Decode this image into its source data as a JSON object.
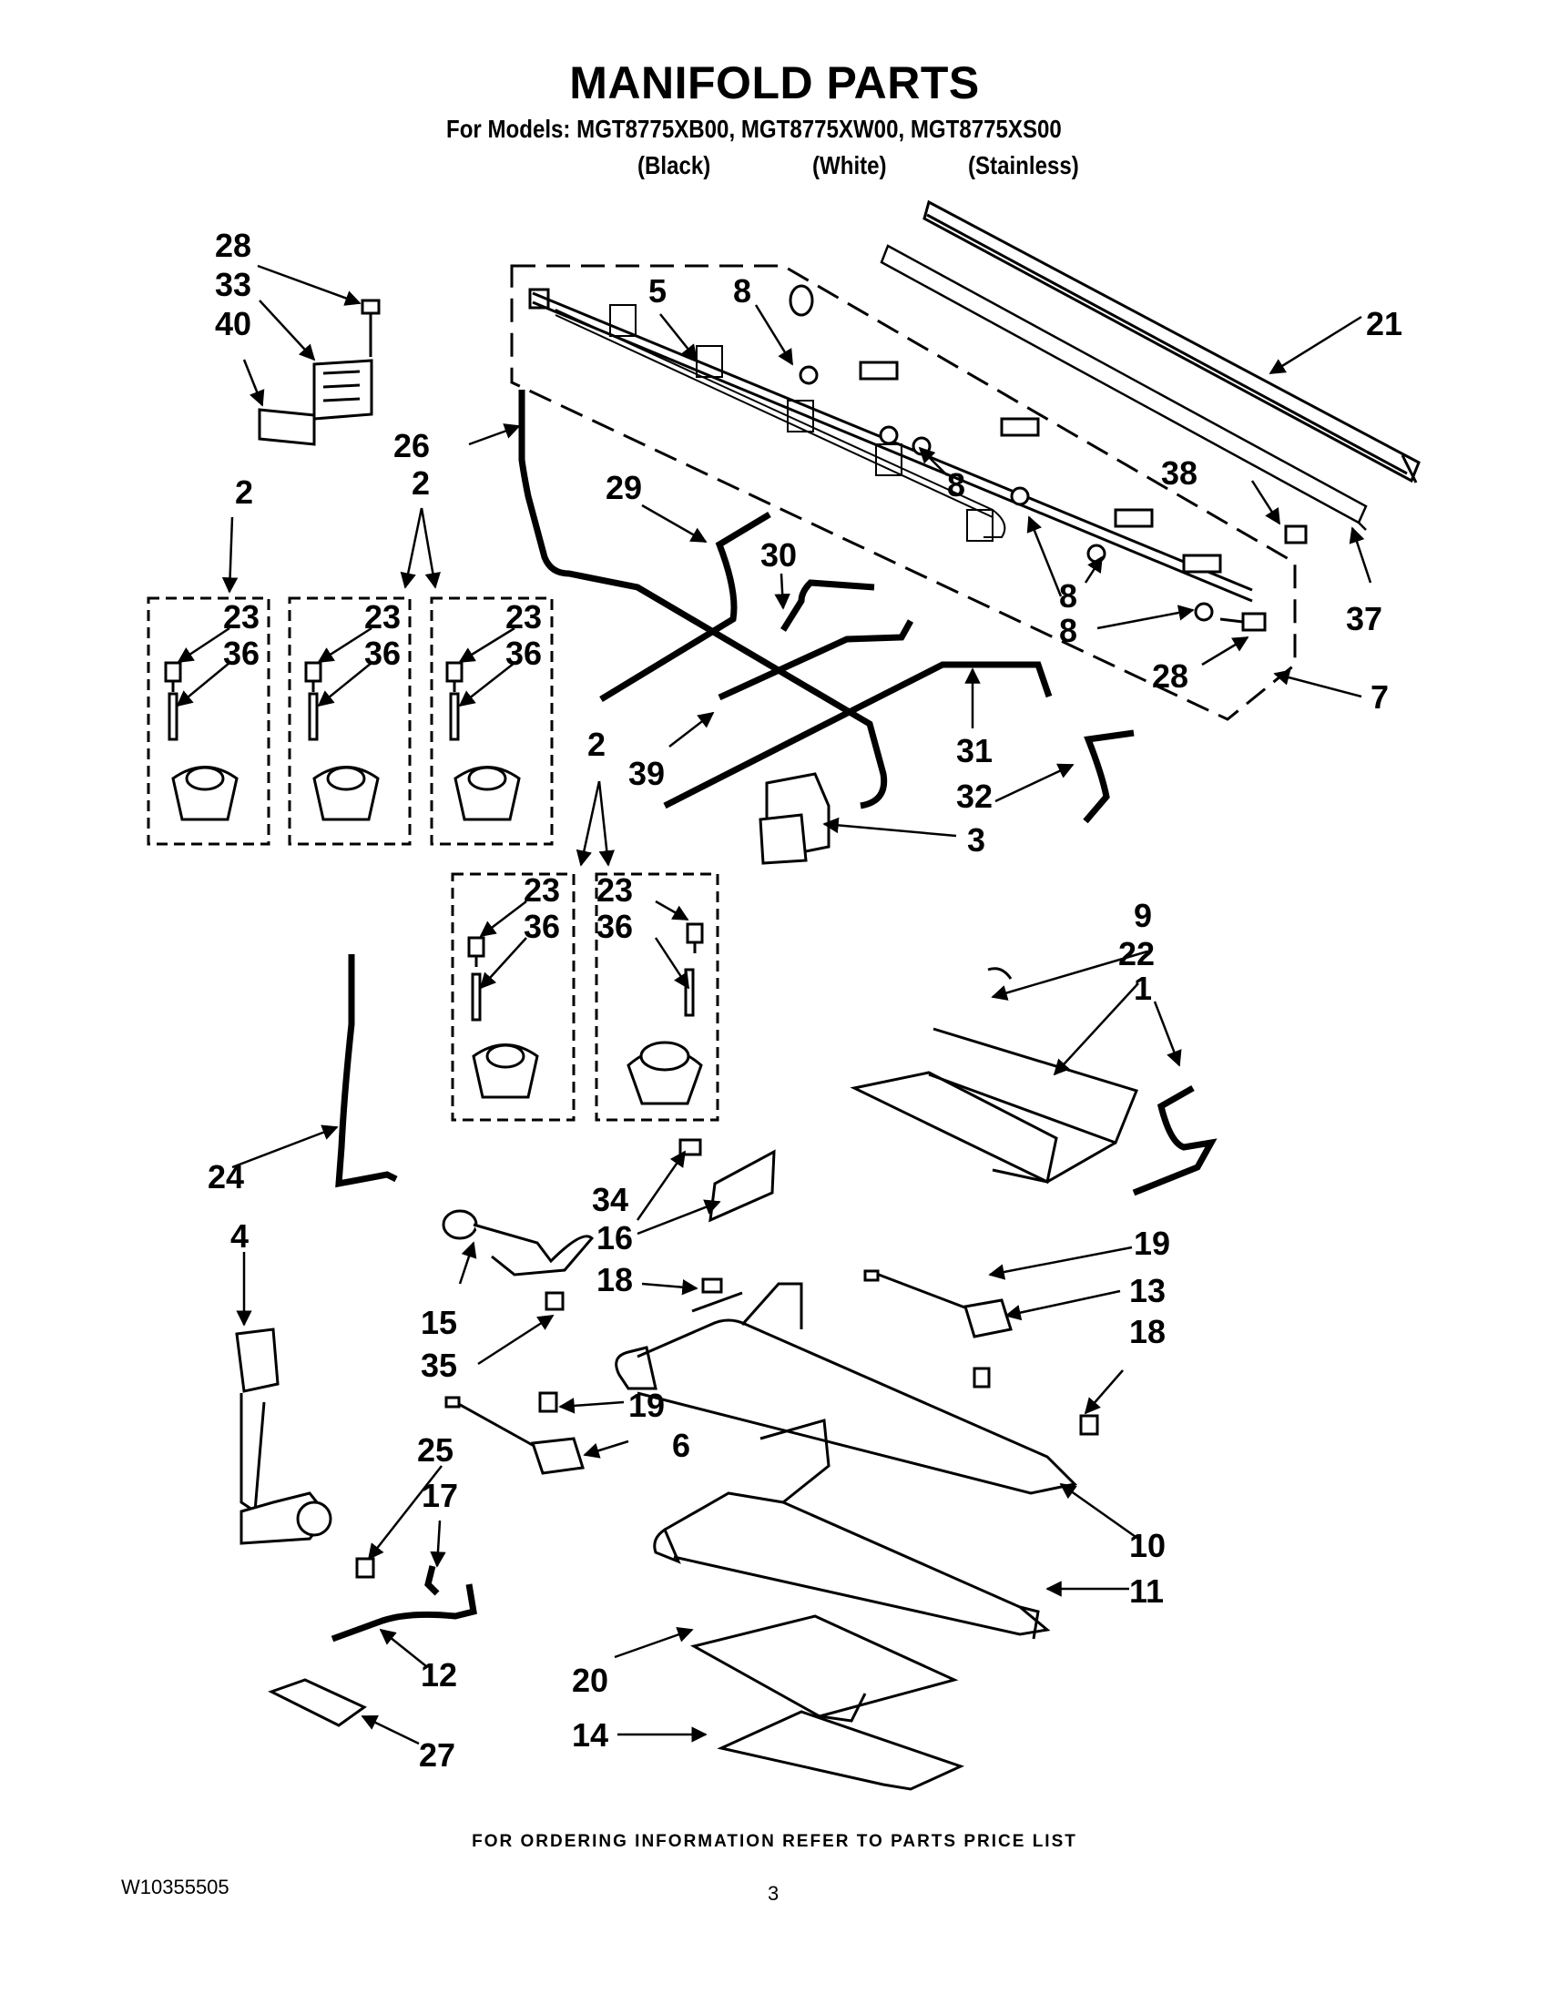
{
  "header": {
    "title": "MANIFOLD PARTS",
    "models_line": "For Models: MGT8775XB00, MGT8775XW00, MGT8775XS00",
    "variants": [
      "(Black)",
      "(White)",
      "(Stainless)"
    ]
  },
  "callouts": {
    "c1": "1",
    "c2a": "2",
    "c2b": "2",
    "c2c": "2",
    "c3": "3",
    "c4": "4",
    "c5": "5",
    "c6": "6",
    "c7": "7",
    "c8a": "8",
    "c8b": "8",
    "c8c": "8",
    "c8d": "8",
    "c9": "9",
    "c10": "10",
    "c11": "11",
    "c12": "12",
    "c13": "13",
    "c14": "14",
    "c15": "15",
    "c16": "16",
    "c17": "17",
    "c18a": "18",
    "c18b": "18",
    "c19a": "19",
    "c19b": "19",
    "c20": "20",
    "c21": "21",
    "c22": "22",
    "c23a": "23",
    "c23b": "23",
    "c23c": "23",
    "c23d": "23",
    "c23e": "23",
    "c24": "24",
    "c25": "25",
    "c26": "26",
    "c27": "27",
    "c28a": "28",
    "c28b": "28",
    "c29": "29",
    "c30": "30",
    "c31": "31",
    "c32": "32",
    "c33": "33",
    "c34": "34",
    "c35": "35",
    "c36a": "36",
    "c36b": "36",
    "c36c": "36",
    "c36d": "36",
    "c36e": "36",
    "c37": "37",
    "c38": "38",
    "c39": "39",
    "c40": "40"
  },
  "footer": {
    "ordering_note": "FOR ORDERING INFORMATION REFER TO PARTS PRICE LIST",
    "document_number": "W10355505",
    "page_number": "3"
  }
}
